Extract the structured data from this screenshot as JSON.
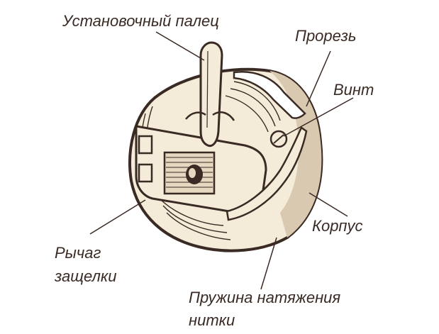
{
  "labels": {
    "setting_finger": "Установочный палец",
    "slot": "Прорезь",
    "screw": "Винт",
    "body": "Корпус",
    "latch_lever_line1": "Рычаг",
    "latch_lever_line2": "защелки",
    "tension_spring_line1": "Пружина натяжения",
    "tension_spring_line2": "нитки"
  },
  "colors": {
    "ink": "#3a2a24",
    "fill": "#f5ebd9",
    "shade": "#d8c9b0"
  }
}
